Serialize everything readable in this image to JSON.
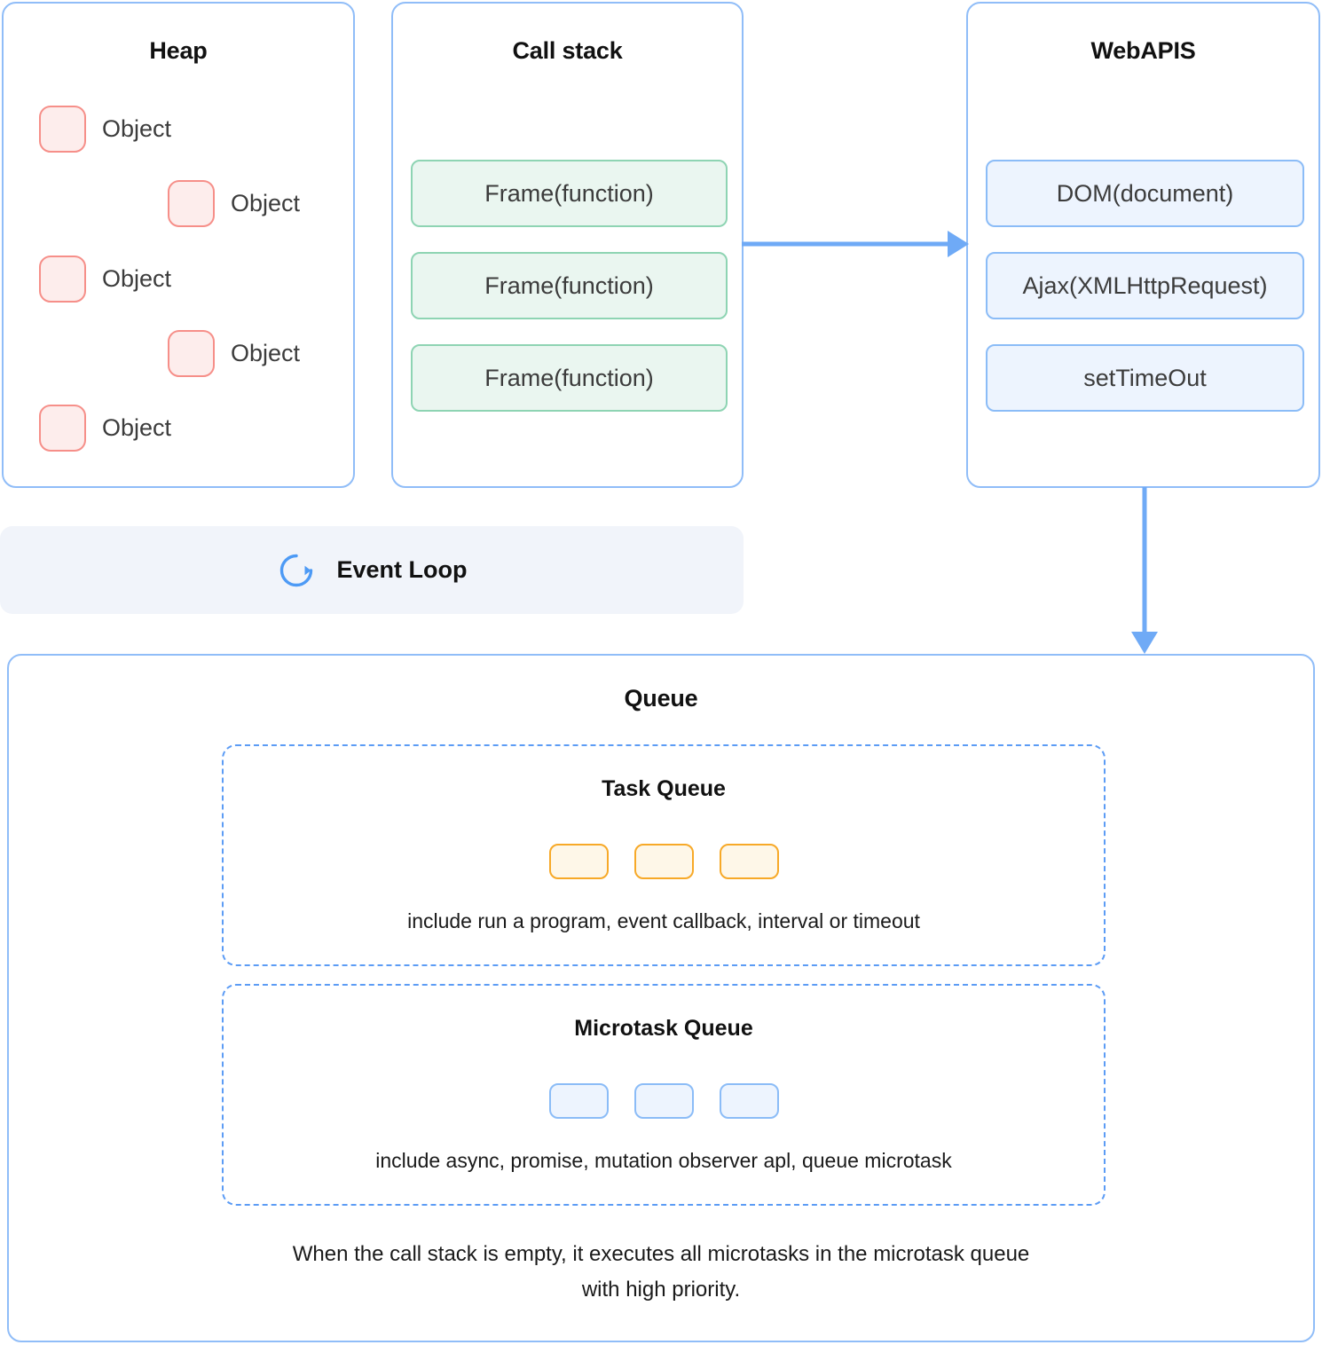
{
  "diagram": {
    "title_heap": "Heap",
    "title_call_stack": "Call stack",
    "title_webapis": "WebAPIS",
    "title_queue": "Queue"
  },
  "heap": {
    "title": "Heap",
    "objects": [
      {
        "label": "Object"
      },
      {
        "label": "Object"
      },
      {
        "label": "Object"
      },
      {
        "label": "Object"
      },
      {
        "label": "Object"
      }
    ]
  },
  "call_stack": {
    "title": "Call stack",
    "frames": [
      {
        "label": "Frame(function)"
      },
      {
        "label": "Frame(function)"
      },
      {
        "label": "Frame(function)"
      }
    ]
  },
  "webapis": {
    "title": "WebAPIS",
    "apis": [
      {
        "label": "DOM(document)"
      },
      {
        "label": "Ajax(XMLHttpRequest)"
      },
      {
        "label": "setTimeOut"
      }
    ]
  },
  "event_loop": {
    "label": "Event Loop",
    "icon": "refresh-loop-icon"
  },
  "queue": {
    "title": "Queue",
    "task_queue": {
      "title": "Task Queue",
      "chips": 3,
      "note": "include run a program, event callback, interval or timeout"
    },
    "microtask_queue": {
      "title": "Microtask Queue",
      "chips": 3,
      "note": "include async, promise, mutation observer apl, queue microtask"
    },
    "footnote_line1": "When the call stack is empty, it executes all microtasks in the microtask queue",
    "footnote_line2": "with high priority."
  },
  "arrows": [
    {
      "name": "callstack-to-webapis",
      "direction": "right"
    },
    {
      "name": "webapis-to-queue",
      "direction": "down"
    }
  ],
  "colors": {
    "panel_border": "#90BDF8",
    "heap_swatch_border": "#F68F89",
    "heap_swatch_fill": "#FDEDEC",
    "frame_border": "#8ED4B3",
    "frame_fill": "#EAF6F0",
    "api_border": "#8BBCF7",
    "api_fill": "#EDF4FE",
    "event_loop_bg": "#F1F4FA",
    "accent_blue": "#6FAAF6",
    "dashed_border": "#5C9CF5",
    "chip_task_border": "#F7A928",
    "chip_task_fill": "#FEF7E8",
    "text": "#3C3C3C"
  }
}
